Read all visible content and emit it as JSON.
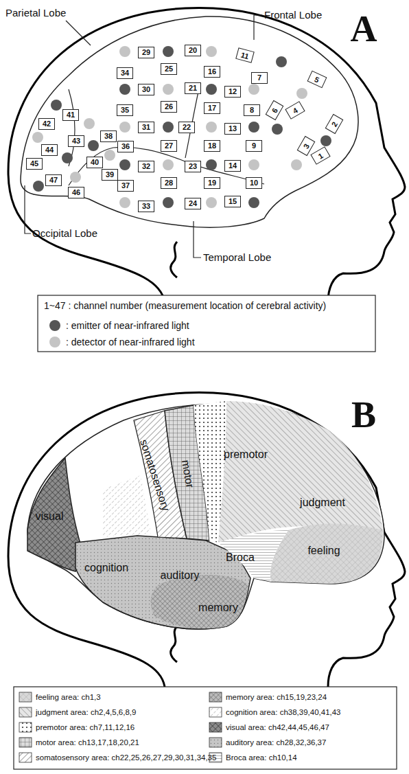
{
  "diagram": {
    "nodes": [
      {
        "text": [
          "1"
        ]
      },
      {
        "text": [
          "2"
        ]
      },
      {
        "text": [
          "3"
        ]
      },
      {
        "text": [
          "4"
        ]
      },
      {
        "text": [
          "5"
        ]
      },
      {
        "text": [
          "6"
        ]
      },
      {
        "text": [
          "7"
        ]
      },
      {
        "text": [
          "8"
        ]
      },
      {
        "text": [
          "9"
        ]
      },
      {
        "text": [
          "10"
        ]
      },
      {
        "text": [
          "11"
        ]
      },
      {
        "text": [
          "12"
        ]
      },
      {
        "text": [
          "13"
        ]
      },
      {
        "text": [
          "14"
        ]
      },
      {
        "text": [
          "15"
        ]
      },
      {
        "text": [
          "16"
        ]
      },
      {
        "text": [
          "17"
        ]
      },
      {
        "text": [
          "18"
        ]
      },
      {
        "text": [
          "19"
        ]
      },
      {
        "text": [
          "20"
        ]
      },
      {
        "text": [
          "21"
        ]
      },
      {
        "text": [
          "22"
        ]
      },
      {
        "text": [
          "23"
        ]
      },
      {
        "text": [
          "24"
        ]
      },
      {
        "text": [
          "25"
        ]
      },
      {
        "text": [
          "26"
        ]
      },
      {
        "text": [
          "27"
        ]
      },
      {
        "text": [
          "28"
        ]
      },
      {
        "text": [
          "29"
        ]
      },
      {
        "text": [
          "30"
        ]
      },
      {
        "text": [
          "31"
        ]
      },
      {
        "text": [
          "32"
        ]
      },
      {
        "text": [
          "33"
        ]
      },
      {
        "text": [
          "34"
        ]
      },
      {
        "text": [
          "35"
        ]
      },
      {
        "text": [
          "36"
        ]
      },
      {
        "text": [
          "37"
        ]
      },
      {
        "text": [
          "38"
        ]
      },
      {
        "text": [
          "39"
        ]
      },
      {
        "text": [
          "40"
        ]
      },
      {
        "text": [
          "41"
        ]
      },
      {
        "text": [
          "42"
        ]
      },
      {
        "text": [
          "43"
        ]
      },
      {
        "text": [
          "44"
        ]
      },
      {
        "text": [
          "45"
        ]
      },
      {
        "text": [
          "46"
        ]
      },
      {
        "text": [
          "47"
        ]
      }
    ],
    "labels": [
      "Parietal Lobe",
      "Frontal Lobe",
      "A",
      "Occipital Lobe",
      "Temporal Lobe",
      "1~47 : channel number (measurement location of cerebral activity)",
      "B",
      "somatosensory",
      "motor",
      "premotor",
      "judgment",
      "feeling",
      "Broca",
      "visual",
      "cognition",
      "auditory",
      "memory"
    ],
    "legend": [
      {
        "text": ": emitter of near-infrared light",
        "color": "#555555"
      },
      {
        "text": ": detector of near-infrared light",
        "color": "#c4c4c4"
      },
      {
        "text": "feeling area: ch1,3"
      },
      {
        "text": "memory area: ch15,19,23,24"
      },
      {
        "text": "judgment area: ch2,4,5,6,8,9"
      },
      {
        "text": "cognition area: ch38,39,40,41,43"
      },
      {
        "text": "premotor area: ch7,11,12,16"
      },
      {
        "text": "visual area: ch42,44,45,46,47"
      },
      {
        "text": "motor area: ch13,17,18,20,21"
      },
      {
        "text": "auditory area: ch28,32,36,37"
      },
      {
        "text": "somatosensory area: ch22,25,26,27,29,30,31,34,35"
      },
      {
        "text": "Broca area: ch10,14"
      }
    ]
  }
}
